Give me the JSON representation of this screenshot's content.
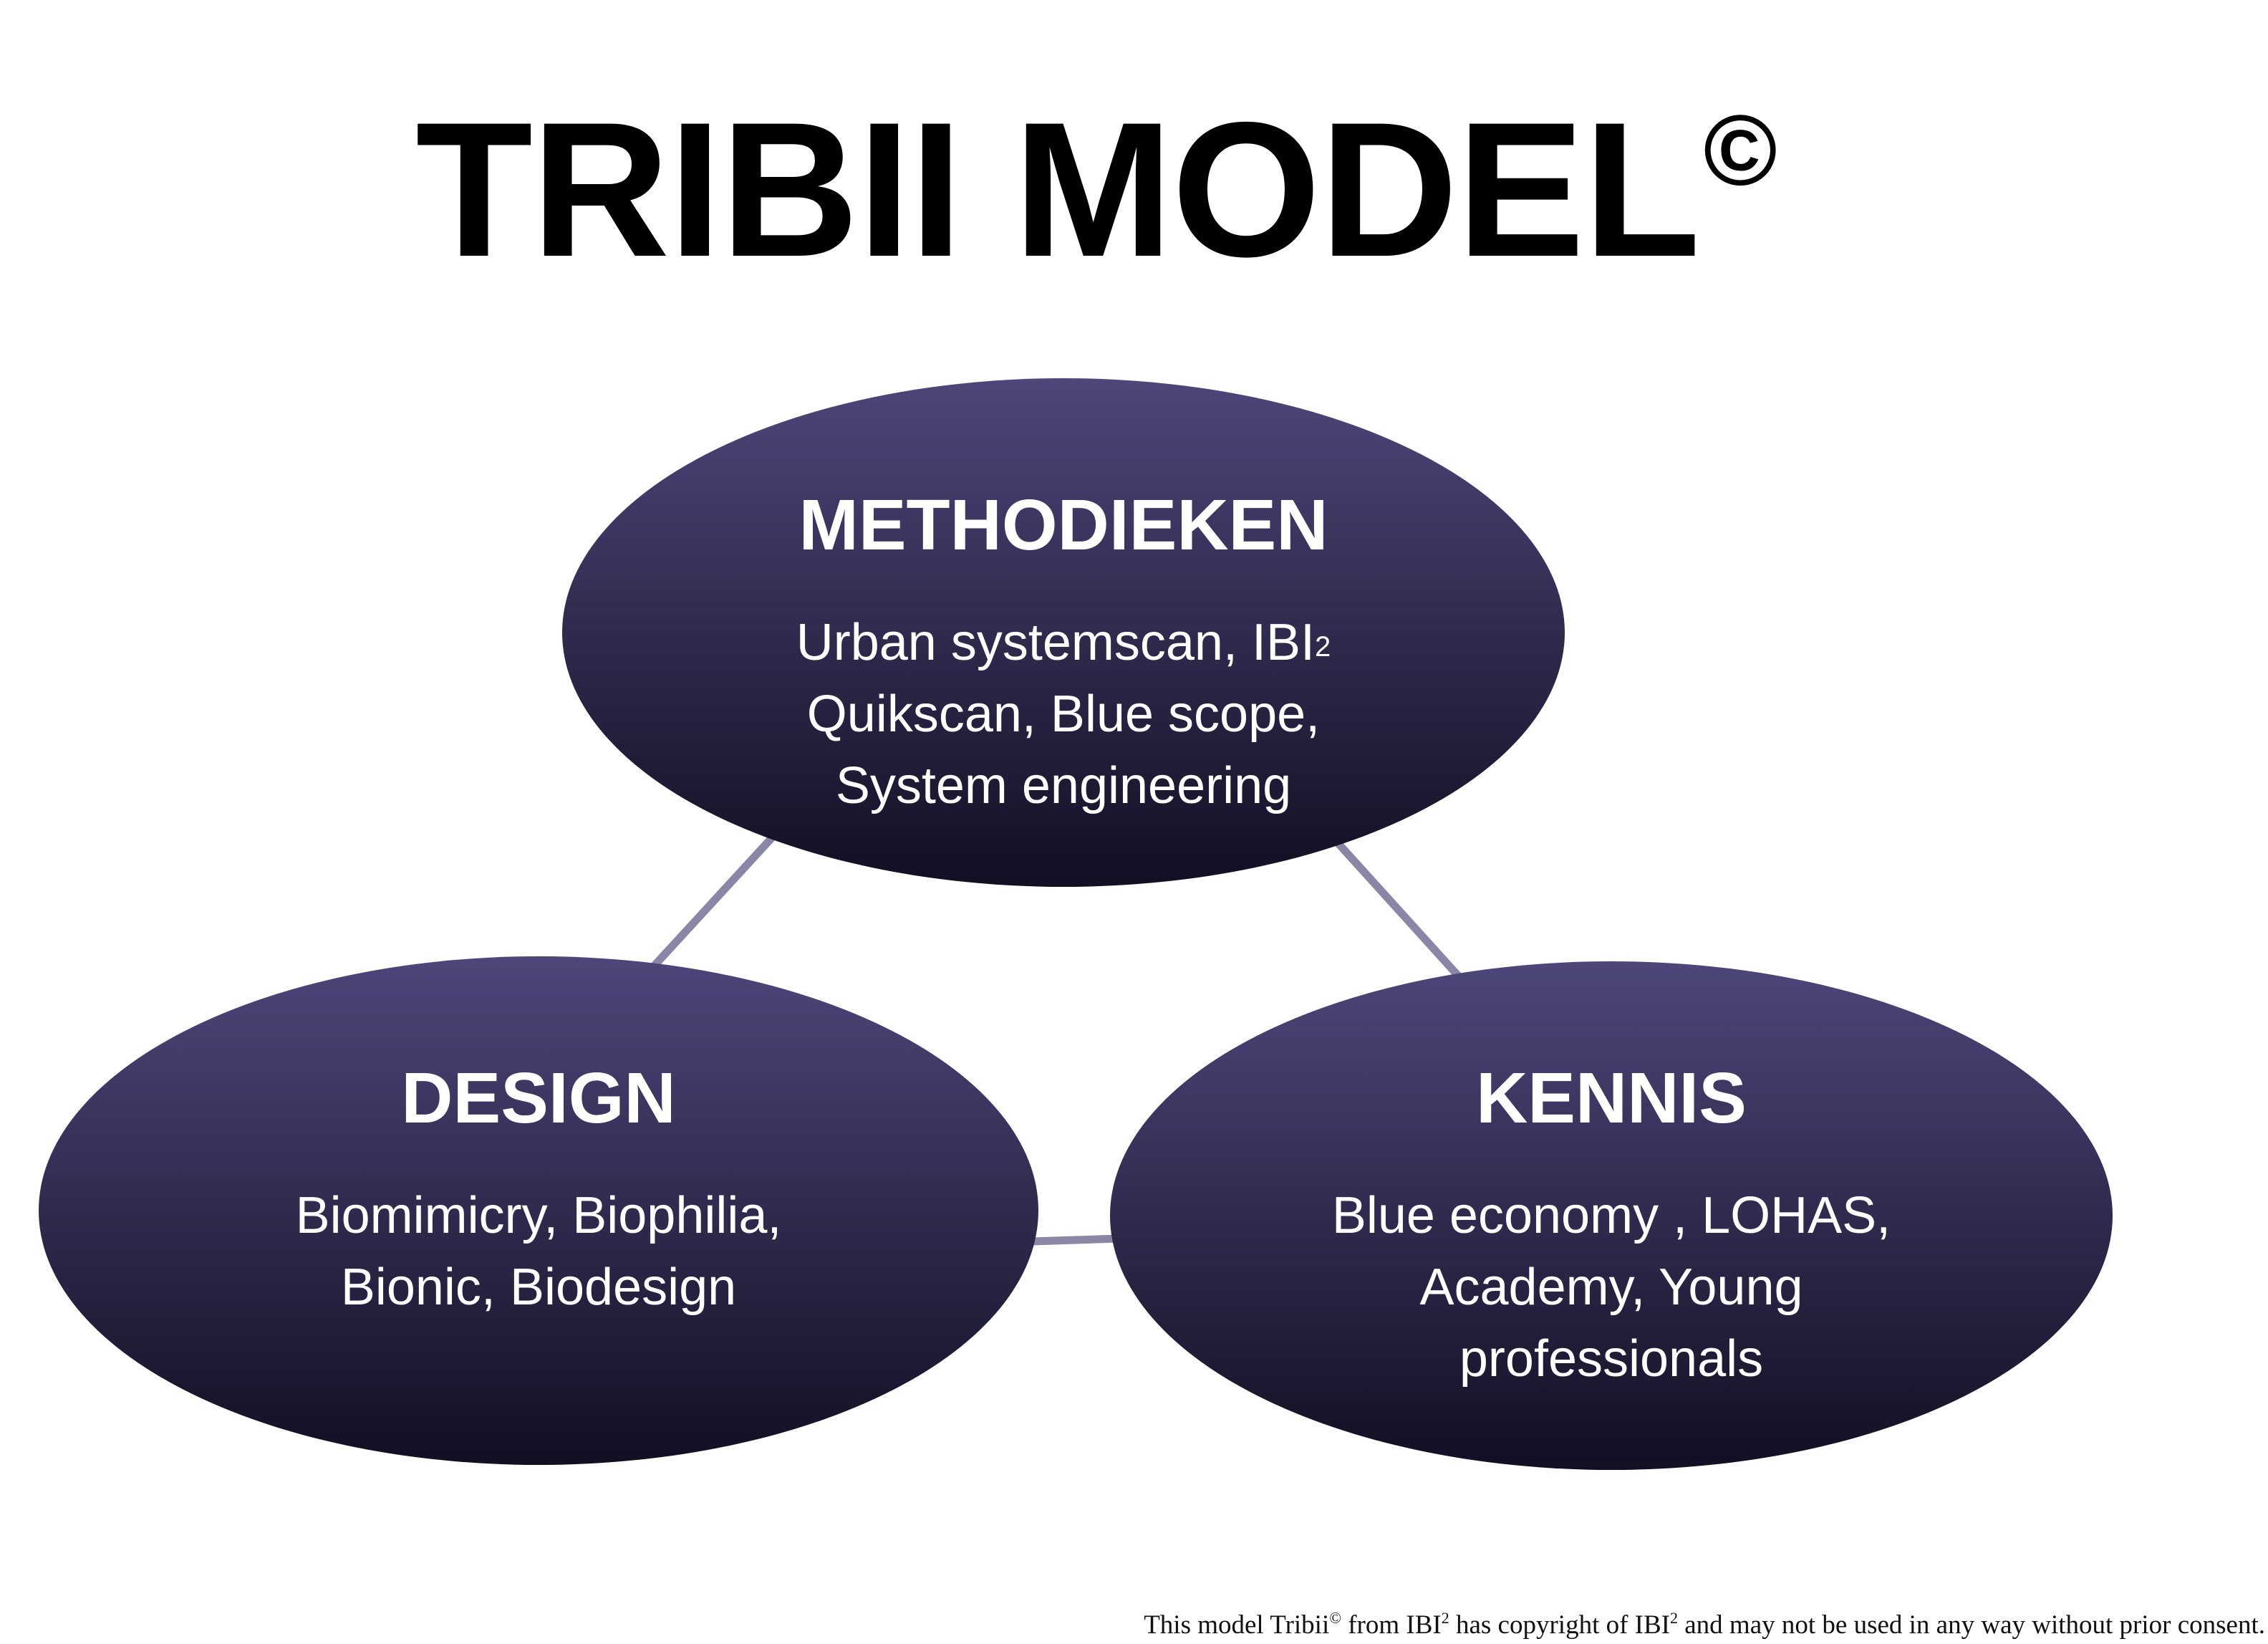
{
  "title": {
    "text": "TRIBII MODEL",
    "symbol": "©"
  },
  "colors": {
    "node_top": "#4d477a",
    "node_bottom": "#110f22",
    "connector": "#8a87a6",
    "text_on_node": "#ffffff",
    "title": "#000000"
  },
  "nodes": {
    "methodieken": {
      "heading": "METHODIEKEN",
      "line1": "Urban systemscan, IBI",
      "line1_sup": "2",
      "line2": "Quikscan, Blue scope,",
      "line3": "System engineering"
    },
    "design": {
      "heading": "DESIGN",
      "line1": "Biomimicry, Biophilia,",
      "line2": "Bionic, Biodesign"
    },
    "kennis": {
      "heading": "KENNIS",
      "line1": "Blue economy , LOHAS,",
      "line2": "Academy, Young",
      "line3": "professionals"
    }
  },
  "footnote": {
    "part1": "This model Tribii",
    "sup1": "©",
    "part2": " from IBI",
    "sup2": "2",
    "part3": " has copyright of IBI",
    "sup3": "2",
    "part4": " and may not be used in any way without prior consent."
  }
}
